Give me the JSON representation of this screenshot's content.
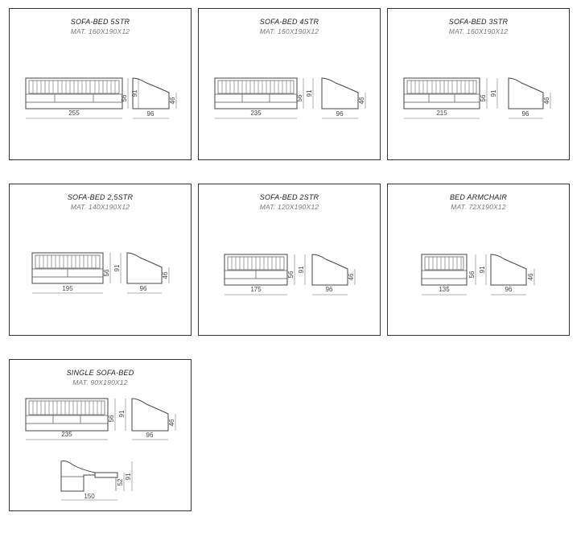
{
  "cards": [
    {
      "title": "SOFA-BED 5STR",
      "subtitle": "MAT. 160X190X12",
      "width": "255",
      "height_seat": "56",
      "height_back": "91",
      "depth": "96",
      "side_height": "46"
    },
    {
      "title": "SOFA-BED 4STR",
      "subtitle": "MAT. 160X190X12",
      "width": "235",
      "height_seat": "56",
      "height_back": "91",
      "depth": "96",
      "side_height": "46"
    },
    {
      "title": "SOFA-BED 3STR",
      "subtitle": "MAT. 160X190X12",
      "width": "215",
      "height_seat": "56",
      "height_back": "91",
      "depth": "96",
      "side_height": "46"
    },
    {
      "title": "SOFA-BED 2,5STR",
      "subtitle": "MAT. 140X190X12",
      "width": "195",
      "height_seat": "56",
      "height_back": "91",
      "depth": "96",
      "side_height": "46"
    },
    {
      "title": "SOFA-BED 2STR",
      "subtitle": "MAT. 120X190X12",
      "width": "175",
      "height_seat": "56",
      "height_back": "91",
      "depth": "96",
      "side_height": "46"
    },
    {
      "title": "BED ARMCHAIR",
      "subtitle": "MAT. 72X190X12",
      "width": "135",
      "height_seat": "56",
      "height_back": "91",
      "depth": "96",
      "side_height": "46"
    },
    {
      "title": "SINGLE SOFA-BED",
      "subtitle": "MAT. 90X190X12",
      "width": "235",
      "height_seat": "56",
      "height_back": "91",
      "depth": "96",
      "side_height": "46",
      "bed_length": "150",
      "bed_height": "52",
      "bed_back": "91"
    }
  ]
}
